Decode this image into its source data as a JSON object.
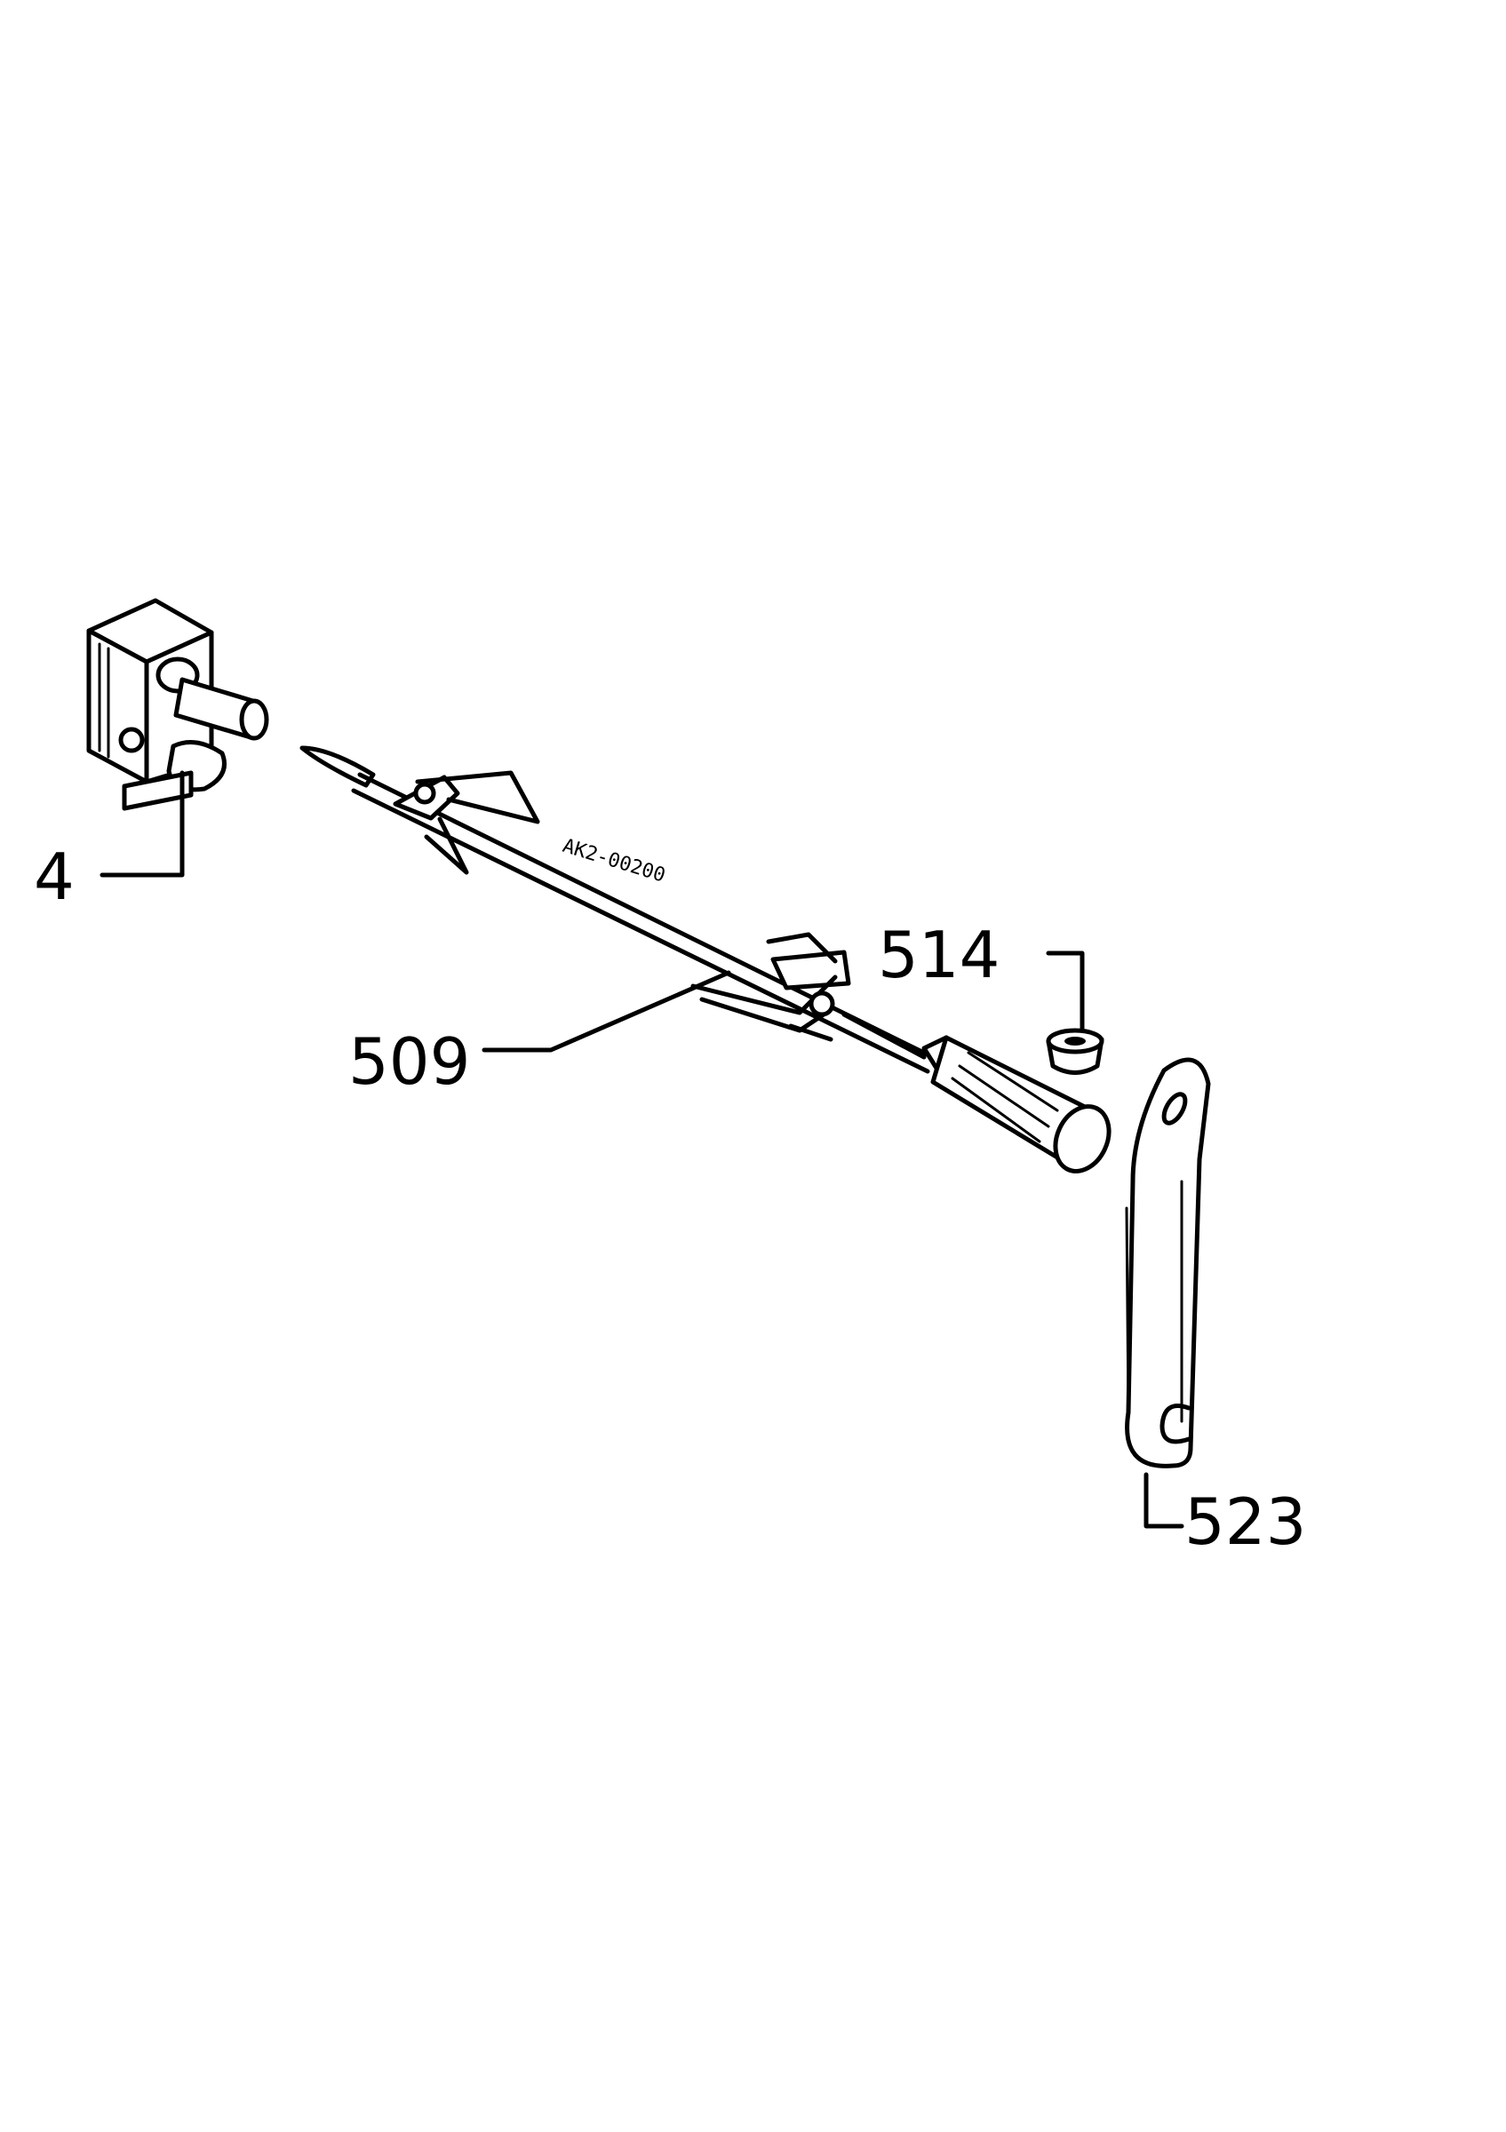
{
  "callouts": [
    {
      "id": "part-4",
      "label": "4"
    },
    {
      "id": "part-509",
      "label": "509"
    },
    {
      "id": "part-514",
      "label": "514"
    },
    {
      "id": "part-523",
      "label": "523"
    }
  ],
  "rod_marking": "AK2-00200"
}
